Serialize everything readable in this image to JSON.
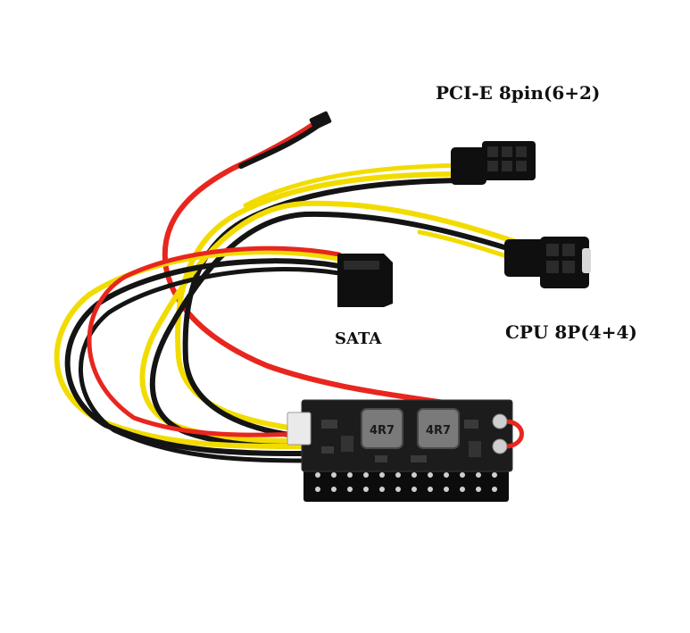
{
  "photo": {
    "labels": {
      "pcie": "PCI-E 8pin(6+2)",
      "cpu": "CPU 8P(4+4)",
      "sata": "SATA"
    },
    "inductor_markings": [
      "4R7",
      "4R7"
    ],
    "colors": {
      "wire_red": "#e8261e",
      "wire_yellow": "#f2dc00",
      "wire_black": "#141414",
      "pcb": "#1c1c1c",
      "connector": "#0f0f0f",
      "inductor": "#7a7a7a"
    }
  }
}
